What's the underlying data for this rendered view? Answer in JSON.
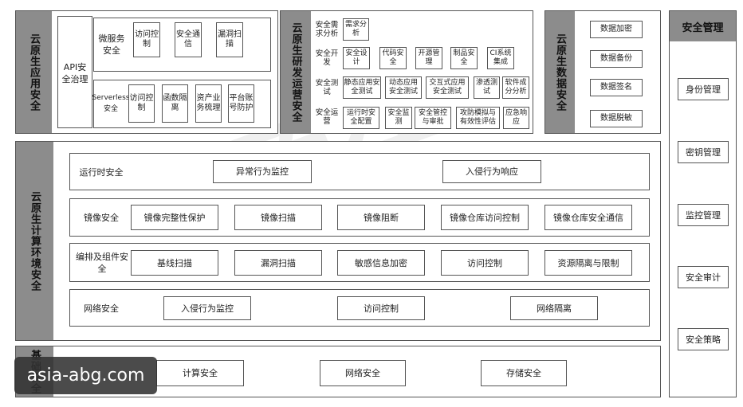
{
  "app_security": {
    "title": "云原生应用安全",
    "api_governance": "API安全治理",
    "microservice": {
      "label": "微服务安全",
      "items": [
        "访问控制",
        "安全通信",
        "漏洞扫描"
      ]
    },
    "serverless": {
      "label": "Serverless安全",
      "items": [
        "访问控制",
        "函数隔离",
        "资产业务梳理",
        "平台账号防护"
      ]
    }
  },
  "devops_security": {
    "title": "云原生研发运营安全",
    "rows": [
      {
        "label": "安全需求分析",
        "items": [
          "需求分析"
        ]
      },
      {
        "label": "安全开发",
        "items": [
          "安全设计",
          "代码安全",
          "开源管理",
          "制品安全",
          "CI系统集成"
        ]
      },
      {
        "label": "安全测试",
        "items": [
          "静态应用安全测试",
          "动态应用安全测试",
          "交互式应用安全测试",
          "渗透测试",
          "软件成分分析"
        ]
      },
      {
        "label": "安全运营",
        "items": [
          "运行时安全配置",
          "安全监测",
          "安全管控与审批",
          "攻防模拟与有效性评估",
          "应急响应"
        ]
      }
    ]
  },
  "data_security": {
    "title": "云原生数据安全",
    "items": [
      "数据加密",
      "数据备份",
      "数据签名",
      "数据脱敏"
    ]
  },
  "compute_security": {
    "title": "云原生计算环境安全",
    "rows": [
      {
        "label": "运行时安全",
        "items": [
          "异常行为监控",
          "入侵行为响应"
        ]
      },
      {
        "label": "镜像安全",
        "items": [
          "镜像完整性保护",
          "镜像扫描",
          "镜像阻断",
          "镜像仓库访问控制",
          "镜像仓库安全通信"
        ]
      },
      {
        "label": "编排及组件安全",
        "items": [
          "基线扫描",
          "漏洞扫描",
          "敏感信息加密",
          "访问控制",
          "资源隔离与限制"
        ]
      },
      {
        "label": "网络安全",
        "items": [
          "入侵行为监控",
          "访问控制",
          "网络隔离"
        ]
      }
    ]
  },
  "infra_security": {
    "title": "基础安全",
    "items": [
      "计算安全",
      "网络安全",
      "存储安全"
    ]
  },
  "security_management": {
    "title": "安全管理",
    "items": [
      "身份管理",
      "密钥管理",
      "监控管理",
      "安全审计",
      "安全策略"
    ]
  },
  "watermark": "asia-abg.com",
  "background_watermark": "云原生"
}
